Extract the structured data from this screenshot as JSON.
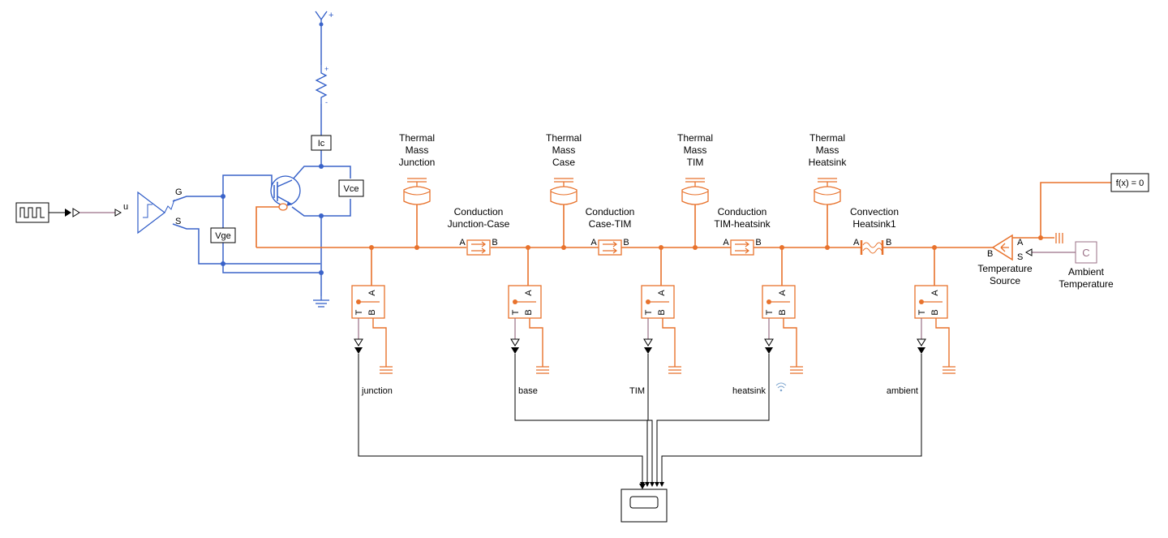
{
  "colors": {
    "physical_thermal": "#e8722c",
    "electrical": "#3a63c9",
    "signal": "#000000",
    "ps_signal": "#9a6f86"
  },
  "blocks": {
    "vplus_label": "+",
    "resistor": {
      "plus": "+",
      "minus": "-"
    },
    "ic": "Ic",
    "vce": "Vce",
    "vge": "Vge",
    "driver": {
      "u": "u",
      "g": "G",
      "s": "S"
    },
    "thermal_masses": [
      {
        "l1": "Thermal",
        "l2": "Mass",
        "l3": "Junction"
      },
      {
        "l1": "Thermal",
        "l2": "Mass",
        "l3": "Case"
      },
      {
        "l1": "Thermal",
        "l2": "Mass",
        "l3": "TIM"
      },
      {
        "l1": "Thermal",
        "l2": "Mass",
        "l3": "Heatsink"
      }
    ],
    "conductions": [
      {
        "l1": "Conduction",
        "l2": "Junction-Case"
      },
      {
        "l1": "Conduction",
        "l2": "Case-TIM"
      },
      {
        "l1": "Conduction",
        "l2": "TIM-heatsink"
      }
    ],
    "convection": {
      "l1": "Convection",
      "l2": "Heatsink1"
    },
    "port_a": "A",
    "port_b": "B",
    "port_t": "T",
    "port_s": "S",
    "temp_source": {
      "l1": "Temperature",
      "l2": "Source"
    },
    "ambient": {
      "symbol": "C",
      "l1": "Ambient",
      "l2": "Temperature"
    },
    "solver": "f(x) = 0",
    "signals": [
      "junction",
      "base",
      "TIM",
      "heatsink",
      "ambient"
    ]
  }
}
